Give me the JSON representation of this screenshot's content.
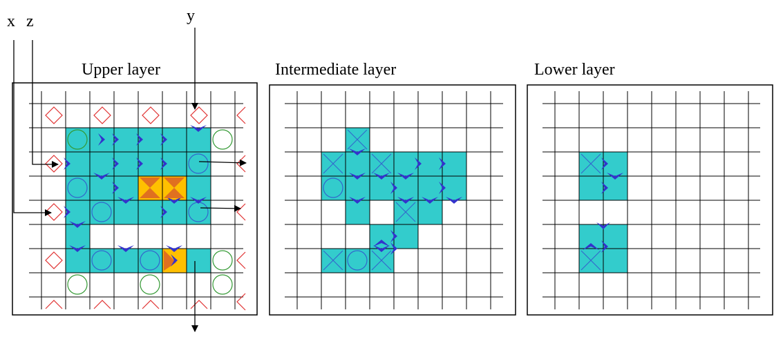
{
  "axes": {
    "x": "x",
    "z": "z",
    "y": "y"
  },
  "layers": {
    "upper": {
      "title": "Upper layer"
    },
    "intermediate": {
      "title": "Intermediate layer"
    },
    "lower": {
      "title": "Lower layer"
    }
  },
  "colors": {
    "cell": "#33cccc",
    "highlight": "#ffc000",
    "arrowhead": "#3333cc",
    "diamond": "#e03030",
    "circle_green": "#339933",
    "circle_blue": "#3366cc",
    "grid": "#000000"
  }
}
